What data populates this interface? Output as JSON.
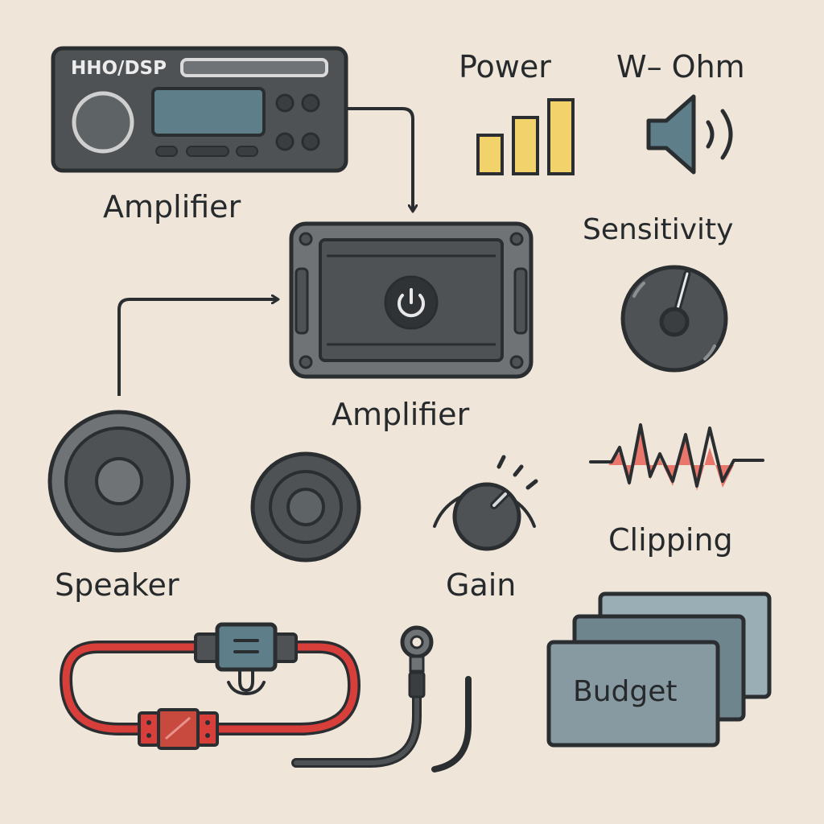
{
  "title": "",
  "colors": {
    "background": "#efe5d8",
    "outline": "#2a2e31",
    "device_dark": "#4e5254",
    "device_mid": "#6f7376",
    "screen": "#5e7f8a",
    "signal_yellow": "#f2d36b",
    "power_wire_red": "#d83e3a",
    "waveform_red": "#e96a5f",
    "card_back": "#9aaeb5",
    "card_mid": "#6f858d",
    "card_front": "#879aa1"
  },
  "icons": {
    "head_unit": "car-stereo-icon",
    "amplifier": "amplifier-icon",
    "power_bars": "signal-bars-icon",
    "speaker_ohm": "speaker-volume-icon",
    "sensitivity": "sensitivity-dial-icon",
    "clipping": "clipped-waveform-icon",
    "woofer": "subwoofer-icon",
    "tweeter": "coaxial-speaker-icon",
    "gain": "gain-knob-icon",
    "fuse_wire": "inline-fuse-wire-icon",
    "ring_terminal": "ring-terminal-icon",
    "budget": "stacked-cards-icon"
  },
  "labels": {
    "head_unit_badge": "HHO/DSP",
    "head_unit": "Amplifier",
    "power": "Power",
    "ohm": "W– Ohm",
    "sensitivity": "Sensitivity",
    "amplifier": "Amplifier",
    "clipping": "Clipping",
    "speaker": "Speaker",
    "gain": "Gain",
    "budget": "Budget"
  }
}
